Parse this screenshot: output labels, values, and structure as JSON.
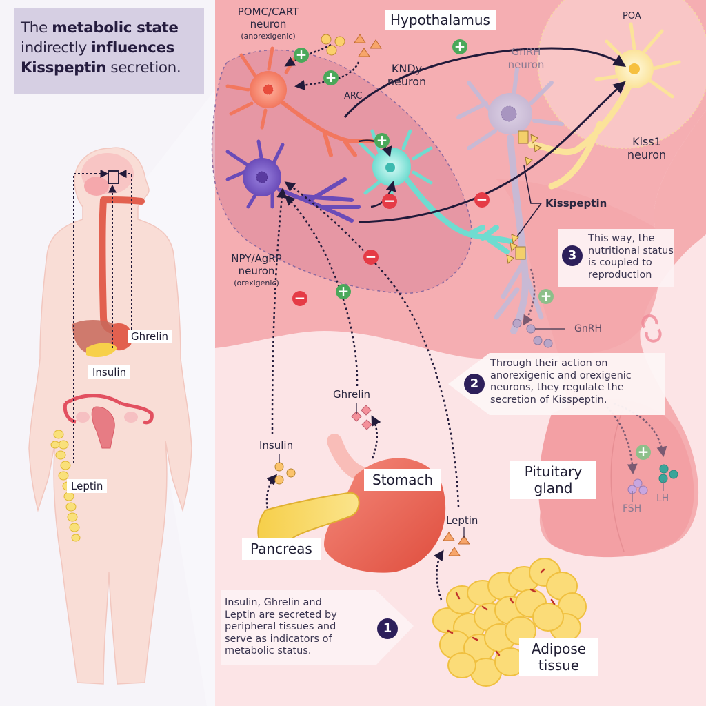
{
  "title": {
    "part1": "The ",
    "bold1": "metabolic state",
    "part2": " indirectly ",
    "bold2": "influences",
    "bold3": "Kisspeptin",
    "part3": " secretion."
  },
  "body_figure": {
    "labels": {
      "ghrelin": "Ghrelin",
      "insulin": "Insulin",
      "leptin": "Leptin"
    }
  },
  "hypothalamus": {
    "title": "Hypothalamus",
    "arc": "ARC",
    "poa": "POA",
    "pomc_line1": "POMC/CART",
    "pomc_line2": "neuron",
    "pomc_sub": "(anorexigenic)",
    "kndy_line1": "KNDy",
    "kndy_line2": "neuron",
    "gnrh_line1": "GnRH",
    "gnrh_line2": "neuron",
    "kiss1_line1": "Kiss1",
    "kiss1_line2": "neuron",
    "npy_line1": "NPY/AgRP",
    "npy_line2": "neuron",
    "npy_sub": "(orexigenic)",
    "kisspeptin": "Kisspeptin",
    "gnrh": "GnRH"
  },
  "signs": {
    "plus": "+",
    "minus": "−"
  },
  "organs": {
    "insulin": "Insulin",
    "ghrelin": "Ghrelin",
    "leptin": "Leptin",
    "stomach": "Stomach",
    "pancreas": "Pancreas",
    "adipose_line1": "Adipose",
    "adipose_line2": "tissue",
    "pituitary_line1": "Pituitary",
    "pituitary_line2": "gland",
    "fsh": "FSH",
    "lh": "LH"
  },
  "steps": [
    {
      "number": "1",
      "text": [
        "Insulin, Ghrelin and",
        "Leptin are secreted by",
        "peripheral tissues and",
        "serve as indicators of",
        "metabolic status."
      ]
    },
    {
      "number": "2",
      "text": [
        "Through their action on",
        "anorexigenic and orexigenic",
        "neurons, they regulate the",
        "secretion of Kisspeptin."
      ]
    },
    {
      "number": "3",
      "text": [
        "This way, the",
        "nutritional status",
        "is coupled to",
        "reproduction"
      ]
    }
  ],
  "colors": {
    "accent_dark": "#2d1f5a",
    "plus_green": "#4aa85a",
    "minus_red": "#e53b46",
    "pomc": "#f2775e",
    "npy": "#6a4bb8",
    "kndy": "#6fdcd0",
    "kiss1": "#fbe39a",
    "gnrh_neuron": "#c8b9d4"
  }
}
